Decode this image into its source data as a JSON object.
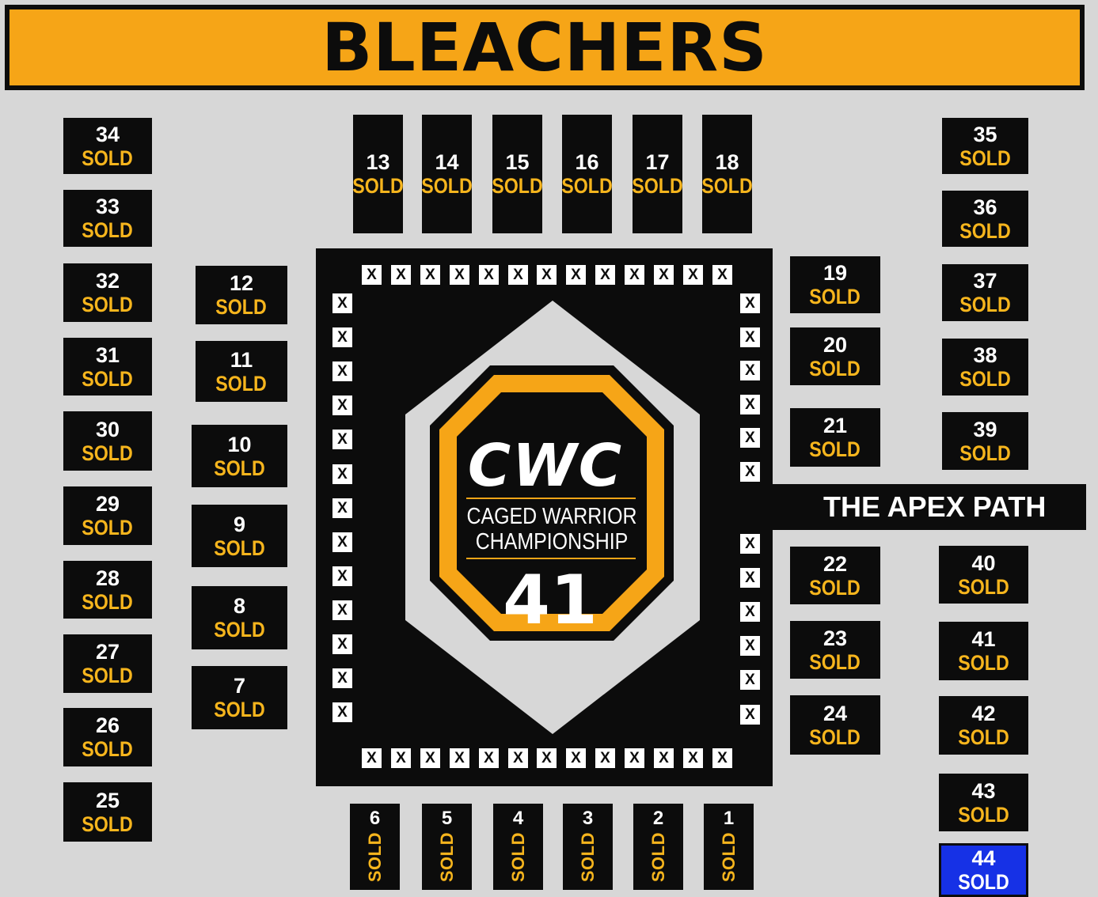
{
  "banner": {
    "title": "BLEACHERS"
  },
  "logo": {
    "wordmark": "CWC",
    "line1": "CAGED WARRIOR",
    "line2": "CHAMPIONSHIP",
    "event_number": "41"
  },
  "apex_path": {
    "label": "THE APEX PATH"
  },
  "seat_marker": "X",
  "colors": {
    "background": "#d7d7d7",
    "table": "#0c0c0c",
    "accent_gold": "#f6a517",
    "sold_text": "#f6b51d",
    "highlight_blue": "#1631e6"
  },
  "tables": [
    {
      "num": "34",
      "status": "SOLD"
    },
    {
      "num": "33",
      "status": "SOLD"
    },
    {
      "num": "32",
      "status": "SOLD"
    },
    {
      "num": "31",
      "status": "SOLD"
    },
    {
      "num": "30",
      "status": "SOLD"
    },
    {
      "num": "29",
      "status": "SOLD"
    },
    {
      "num": "28",
      "status": "SOLD"
    },
    {
      "num": "27",
      "status": "SOLD"
    },
    {
      "num": "26",
      "status": "SOLD"
    },
    {
      "num": "25",
      "status": "SOLD"
    },
    {
      "num": "12",
      "status": "SOLD"
    },
    {
      "num": "11",
      "status": "SOLD"
    },
    {
      "num": "10",
      "status": "SOLD"
    },
    {
      "num": "9",
      "status": "SOLD"
    },
    {
      "num": "8",
      "status": "SOLD"
    },
    {
      "num": "7",
      "status": "SOLD"
    },
    {
      "num": "13",
      "status": "SOLD"
    },
    {
      "num": "14",
      "status": "SOLD"
    },
    {
      "num": "15",
      "status": "SOLD"
    },
    {
      "num": "16",
      "status": "SOLD"
    },
    {
      "num": "17",
      "status": "SOLD"
    },
    {
      "num": "18",
      "status": "SOLD"
    },
    {
      "num": "19",
      "status": "SOLD"
    },
    {
      "num": "20",
      "status": "SOLD"
    },
    {
      "num": "21",
      "status": "SOLD"
    },
    {
      "num": "22",
      "status": "SOLD"
    },
    {
      "num": "23",
      "status": "SOLD"
    },
    {
      "num": "24",
      "status": "SOLD"
    },
    {
      "num": "35",
      "status": "SOLD"
    },
    {
      "num": "36",
      "status": "SOLD"
    },
    {
      "num": "37",
      "status": "SOLD"
    },
    {
      "num": "38",
      "status": "SOLD"
    },
    {
      "num": "39",
      "status": "SOLD"
    },
    {
      "num": "40",
      "status": "SOLD"
    },
    {
      "num": "41",
      "status": "SOLD"
    },
    {
      "num": "42",
      "status": "SOLD"
    },
    {
      "num": "43",
      "status": "SOLD"
    },
    {
      "num": "44",
      "status": "SOLD",
      "highlight": true
    },
    {
      "num": "6",
      "status": "SOLD",
      "vertical": true
    },
    {
      "num": "5",
      "status": "SOLD",
      "vertical": true
    },
    {
      "num": "4",
      "status": "SOLD",
      "vertical": true
    },
    {
      "num": "3",
      "status": "SOLD",
      "vertical": true
    },
    {
      "num": "2",
      "status": "SOLD",
      "vertical": true
    },
    {
      "num": "1",
      "status": "SOLD",
      "vertical": true
    }
  ]
}
